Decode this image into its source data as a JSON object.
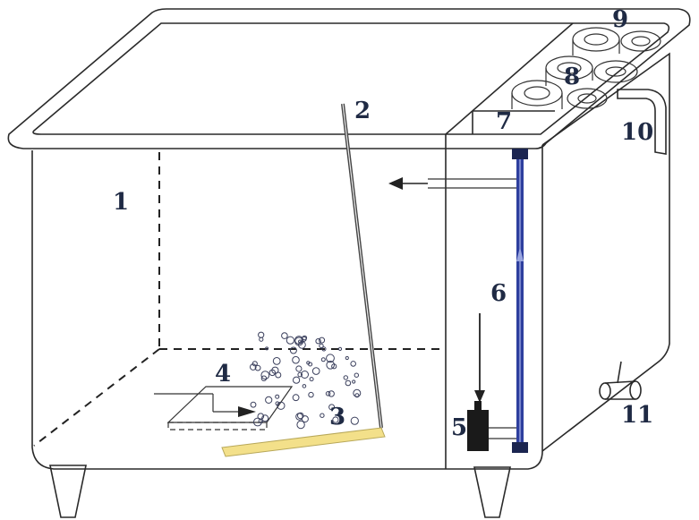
{
  "labels": {
    "l1": "1",
    "l2": "2",
    "l3": "3",
    "l4": "4",
    "l5": "5",
    "l6": "6",
    "l7": "7",
    "l8": "8",
    "l9": "9",
    "l10": "10",
    "l11": "11"
  },
  "colors": {
    "outline": "#2a2a2a",
    "pipe_blue": "#2e3f9e",
    "pipe_dark": "#1b2550",
    "strip_yellow": "#f3e08a",
    "pump": "#1a1a1a",
    "label": "#1f2a44"
  }
}
